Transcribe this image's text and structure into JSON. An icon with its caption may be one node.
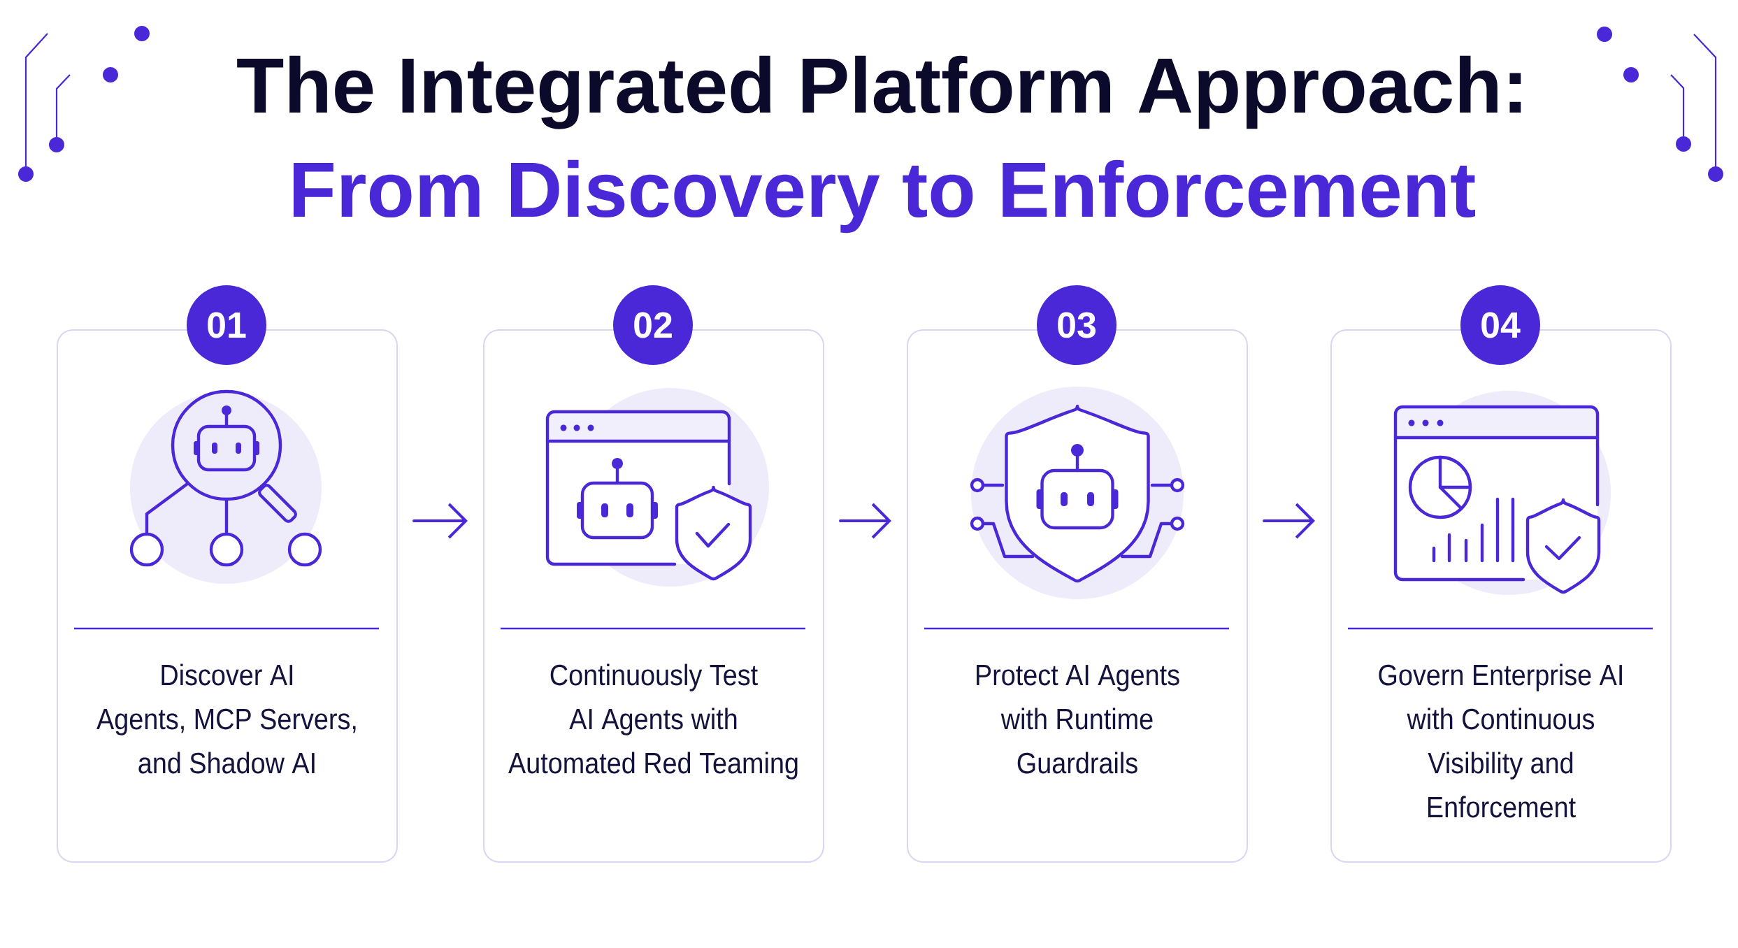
{
  "diagram": {
    "title": "The Integrated Platform Approach:",
    "nodes": [
      {
        "text": [
          "01"
        ]
      },
      {
        "text": [
          "Discover AI Agents, MCP Servers, and Shadow AI"
        ]
      },
      {
        "text": [
          "02"
        ]
      },
      {
        "text": [
          "Continuously Test AI Agents with Automated Red Teaming"
        ]
      },
      {
        "text": [
          "03"
        ]
      },
      {
        "text": [
          "Protect AI Agents with Runtime Guardrails"
        ]
      },
      {
        "text": [
          "04"
        ]
      },
      {
        "text": [
          "Govern Enterprise AI with Continuous Visibility and Enforcement"
        ]
      }
    ],
    "edges": [
      {
        "from": 1,
        "to": 3,
        "arrow": "to"
      },
      {
        "from": 3,
        "to": 5,
        "arrow": "to"
      },
      {
        "from": 5,
        "to": 7,
        "arrow": "to"
      }
    ],
    "labels": [
      "From Discovery to Enforcement"
    ]
  }
}
